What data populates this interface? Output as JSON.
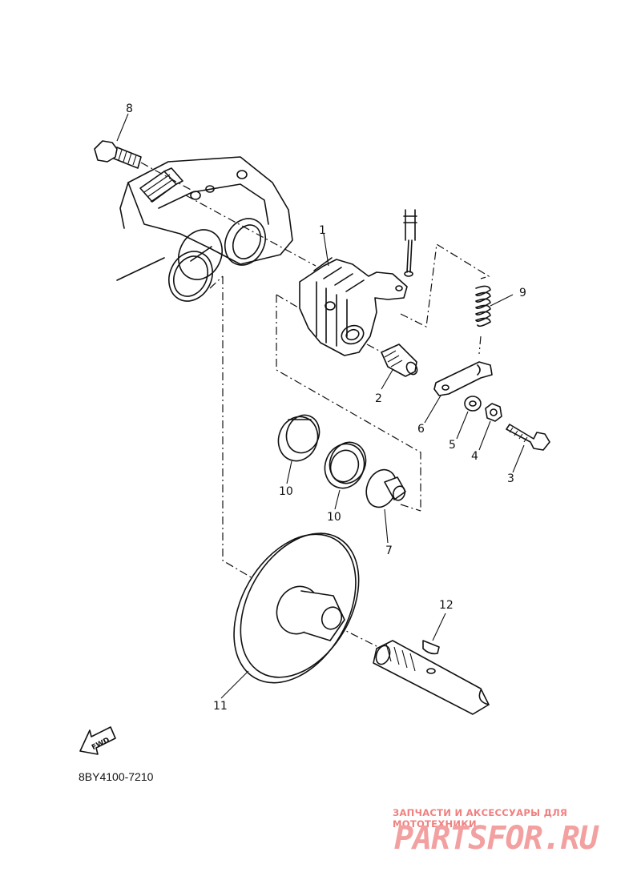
{
  "diagram": {
    "callouts": {
      "p1": "1",
      "p2": "2",
      "p3": "3",
      "p4": "4",
      "p5": "5",
      "p6": "6",
      "p7": "7",
      "p8": "8",
      "p9": "9",
      "p10a": "10",
      "p10b": "10",
      "p11": "11",
      "p12": "12"
    },
    "fwd_label": "FWD",
    "drawing_code": "8BY4100-7210"
  },
  "watermark": {
    "subtitle": "ЗАПЧАСТИ И АКСЕССУАРЫ ДЛЯ МОТОТЕХНИКИ",
    "logo_text": "PARTSFOR.RU"
  }
}
